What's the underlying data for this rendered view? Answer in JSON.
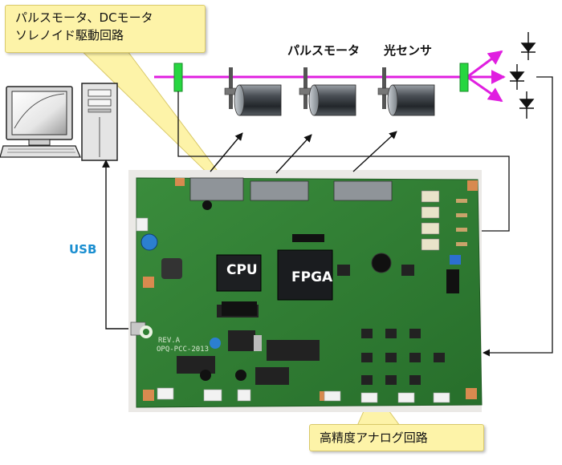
{
  "callouts": {
    "driver_line1": "パルスモータ、DCモータ",
    "driver_line2": "ソレノイド駆動回路",
    "analog": "高精度アナログ回路"
  },
  "labels": {
    "pulse_motor": "パルスモータ",
    "optical_sensor": "光センサ",
    "usb": "USB",
    "cpu": "CPU",
    "fpga": "FPGA"
  },
  "board_silkscreen": {
    "revision": "REV.A",
    "model": "OPQ-PCC-2013"
  },
  "colors": {
    "rail": "#e01fe0",
    "sensor_green": "#27d640",
    "board": "#2f7f33",
    "callout": "#fdf3a8",
    "usb_text": "#1a8ed0"
  }
}
